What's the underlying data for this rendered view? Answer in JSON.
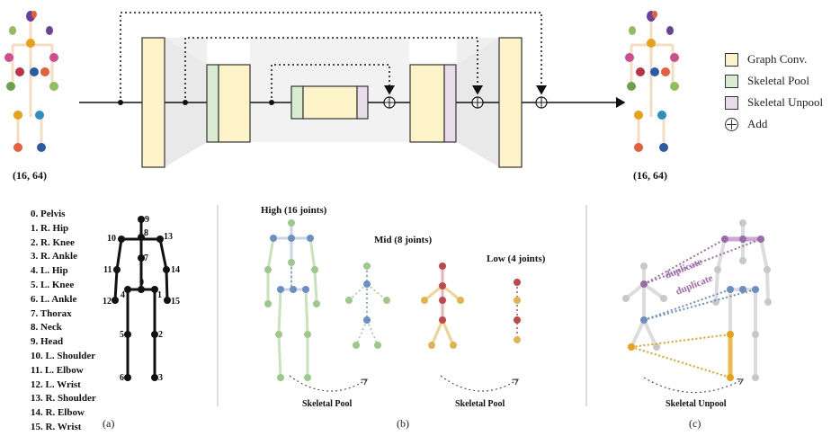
{
  "top": {
    "input_shape": "(16, 64)",
    "output_shape": "(16, 64)"
  },
  "legend": [
    {
      "label": "Graph Conv.",
      "color": "#fdf3c9",
      "icon": "swatch"
    },
    {
      "label": "Skeletal Pool",
      "color": "#d9ecd2",
      "icon": "swatch"
    },
    {
      "label": "Skeletal Unpool",
      "color": "#e8dbea",
      "icon": "swatch"
    },
    {
      "label": "Add",
      "icon": "add-symbol"
    }
  ],
  "panel_a": {
    "caption": "(a)",
    "joints": [
      "0. Pelvis",
      "1. R. Hip",
      "2. R. Knee",
      "3. R. Ankle",
      "4. L. Hip",
      "5. L. Knee",
      "6. L. Ankle",
      "7. Thorax",
      "8. Neck",
      "9. Head",
      "10. L. Shoulder",
      "11. L. Elbow",
      "12. L. Wrist",
      "13. R. Shoulder",
      "14. R. Elbow",
      "15. R. Wrist"
    ],
    "skeleton_labels": [
      "0",
      "1",
      "2",
      "3",
      "4",
      "5",
      "6",
      "7",
      "8",
      "9",
      "10",
      "11",
      "12",
      "13",
      "14",
      "15"
    ]
  },
  "panel_b": {
    "caption": "(b)",
    "high_label": "High (16 joints)",
    "mid_label": "Mid (8 joints)",
    "low_label": "Low (4 joints)",
    "pool_label_1": "Skeletal Pool",
    "pool_label_2": "Skeletal Pool"
  },
  "panel_c": {
    "caption": "(c)",
    "duplicate_1": "duplicate",
    "duplicate_2": "duplicate",
    "unpool_label": "Skeletal Unpool"
  },
  "colors": {
    "graph_conv": "#fdf3c9",
    "skeletal_pool": "#d9ecd2",
    "skeletal_unpool": "#e8dbea",
    "high_green": "#9cc98a",
    "mid_blue": "#6a8fc4",
    "low_red": "#c0474c",
    "low_yellow": "#e2b54a",
    "purple": "#9b6aa8",
    "orange": "#e8a014"
  }
}
